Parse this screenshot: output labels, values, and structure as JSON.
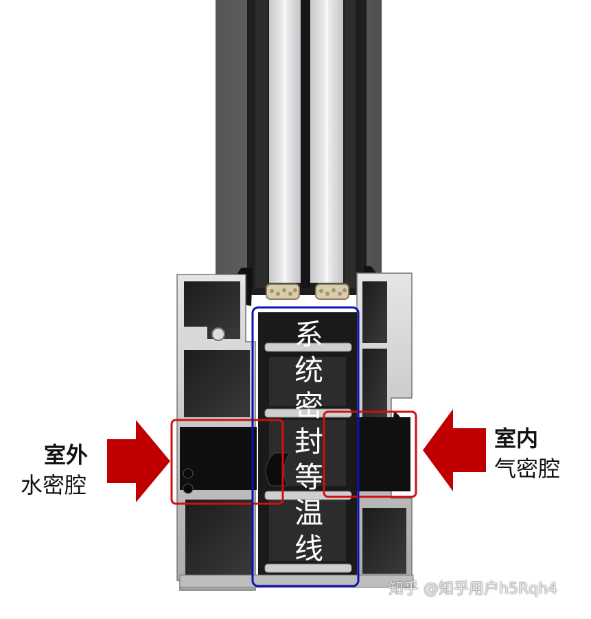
{
  "labels": {
    "outside_title": "室外",
    "outside_sub": "水密腔",
    "inside_title": "室内",
    "inside_sub": "气密腔",
    "center_vertical": [
      "系",
      "统",
      "密",
      "封",
      "等",
      "温",
      "线"
    ]
  },
  "watermark": "知乎 @知乎用户h5Rqh4",
  "colors": {
    "arrow_red": "#c00000",
    "callout_red": "#d01010",
    "center_blue": "#1010b0",
    "aluminum": "#c8c8c8",
    "frame_dark": "#2a2a2a",
    "insulation_black": "#1b1b1b",
    "glass_light": "#e4e4e6",
    "wall_gray": "#5c5c5c"
  },
  "icons": [
    "arrow-right-icon",
    "arrow-left-icon"
  ]
}
